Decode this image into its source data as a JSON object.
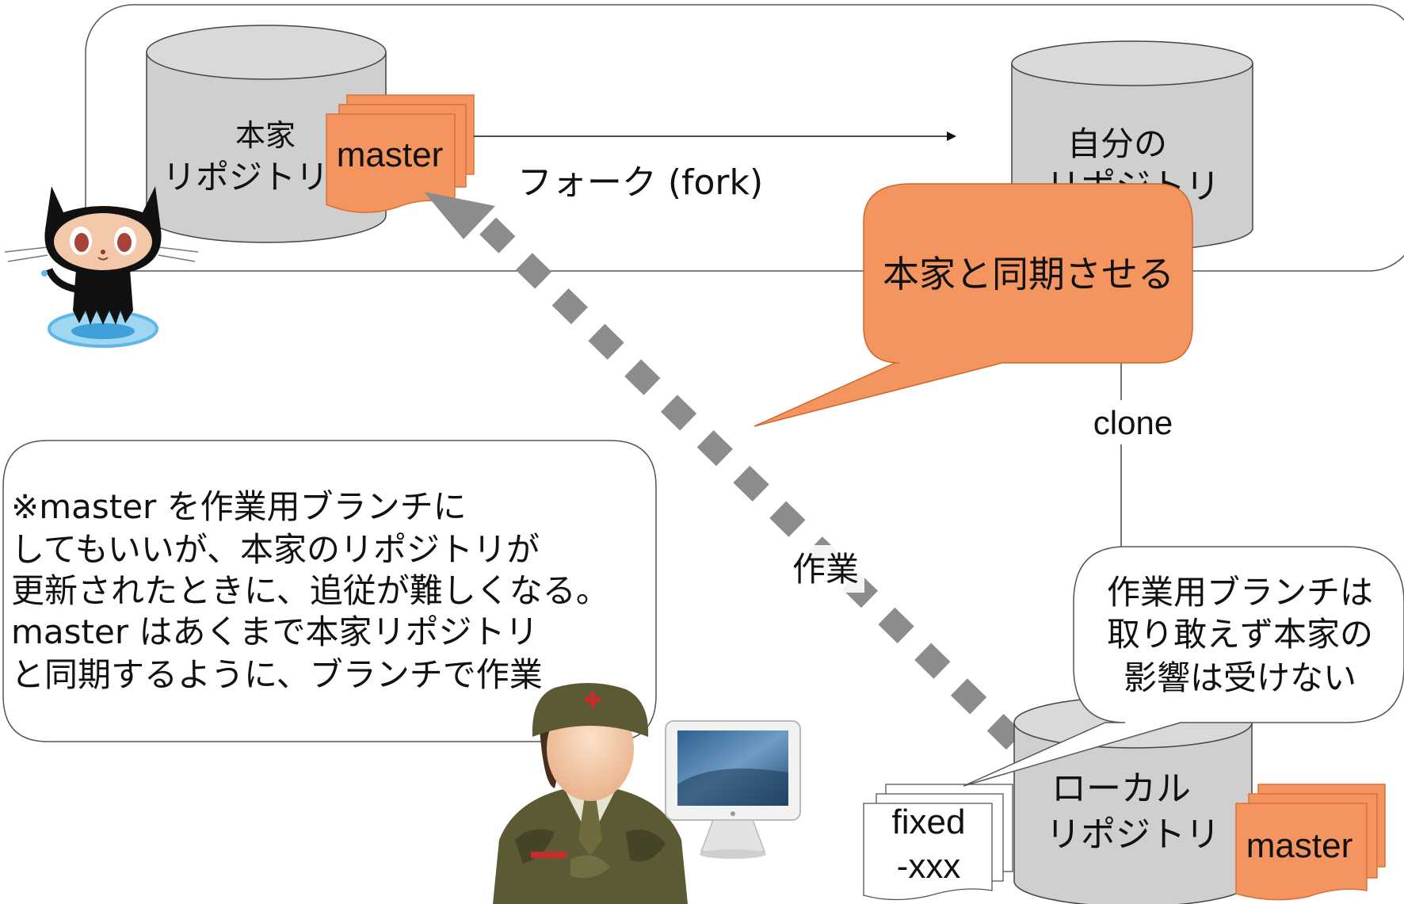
{
  "upstream_repo": {
    "label_line1": "本家",
    "label_line2": "リポジトリ",
    "branch": "master"
  },
  "own_repo": {
    "label_line1": "自分の",
    "label_line2": "リポジトリ"
  },
  "local_repo": {
    "label_line1": "ローカル",
    "label_line2": "リポジトリ",
    "branch": "master"
  },
  "fork_arrow": {
    "label": "フォーク (fork)"
  },
  "clone_line": {
    "label": "clone"
  },
  "work_arrow": {
    "label": "作業"
  },
  "feature_branch": {
    "line1": "fixed",
    "line2": "-xxx"
  },
  "sync_callout": {
    "text": "本家と同期させる"
  },
  "note_callout": {
    "lines": [
      "※master を作業用ブランチに",
      "してもいいが、本家のリポジトリが",
      "更新されたときに、追従が難しくなる。",
      "master はあくまで本家リポジトリ",
      "と同期するように、ブランチで作業"
    ]
  },
  "branch_callout": {
    "lines": [
      "作業用ブランチは",
      "取り敢えず本家の",
      "影響は受けない"
    ]
  },
  "colors": {
    "branch_fill": "#f4945f",
    "branch_stroke": "#d9703a",
    "cylinder_fill": "#cfcfcf",
    "cylinder_top": "#d9d9d9",
    "work_arrow": "#8c8c8c",
    "octocat_ring": "#5fb7e8"
  },
  "icons": [
    "octocat-mascot-icon",
    "soldier-user-icon",
    "imac-computer-icon"
  ]
}
